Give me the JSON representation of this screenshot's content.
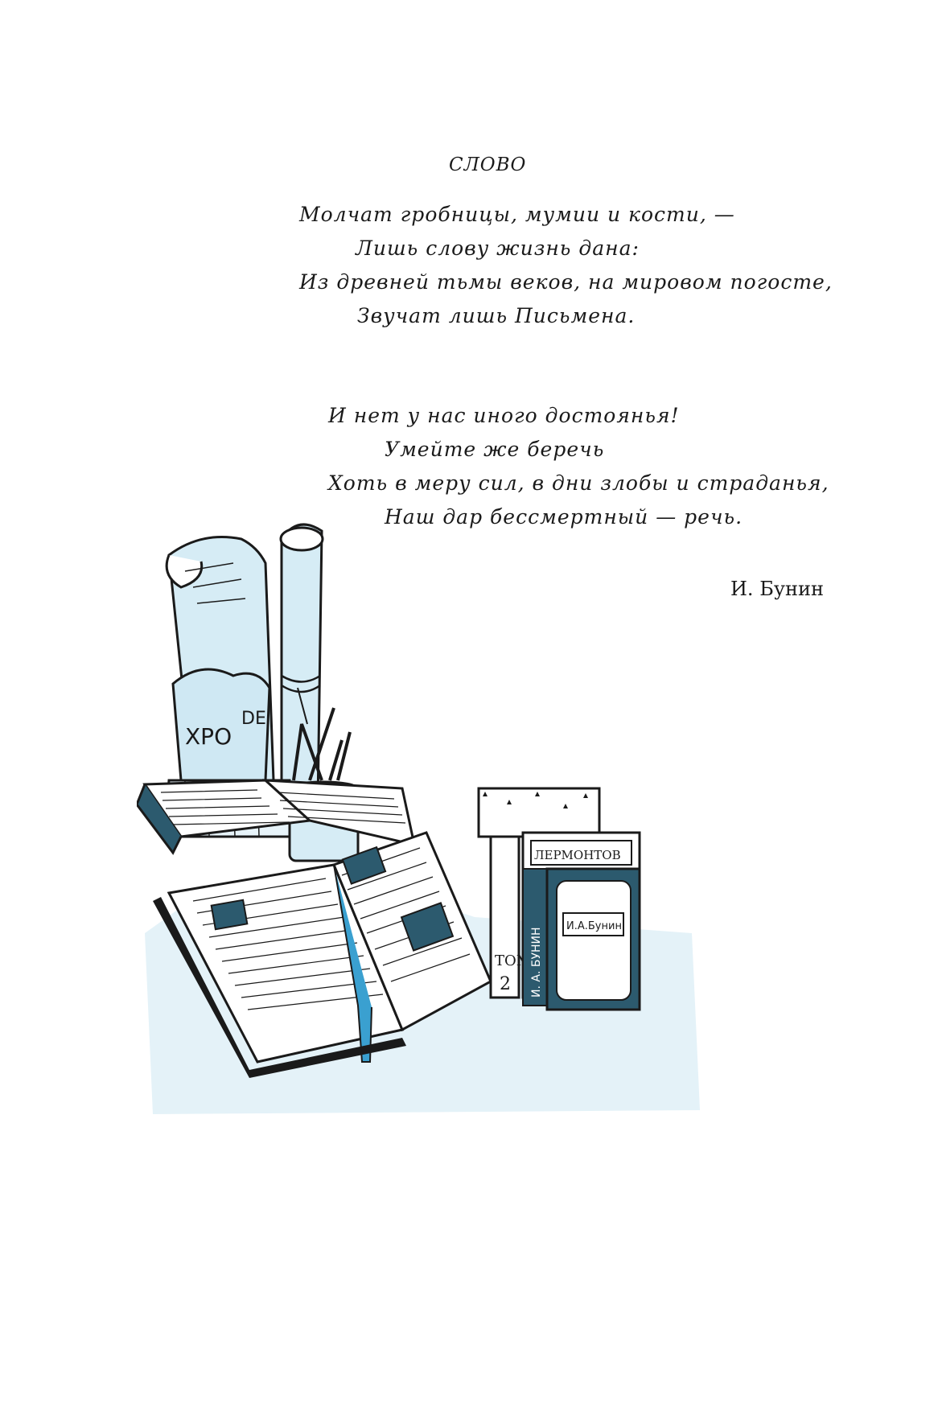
{
  "poem": {
    "title": "СЛОВО",
    "stanza1": [
      "Молчат гробницы, мумии и кости, —",
      "Лишь слову жизнь дана:",
      "Из древней тьмы веков, на мировом погосте,",
      "Звучат лишь Письмена."
    ],
    "stanza2": [
      "И нет у нас иного достоянья!",
      "Умейте же беречь",
      "Хоть в меру сил, в дни злобы и страданья,",
      "Наш дар бессмертный — речь."
    ],
    "author": "И. Бунин"
  },
  "illustration": {
    "book_lermontov": "ЛЕРМОНТОВ",
    "book_bunin_cover": "И.А.Бунин",
    "book_bunin_spine": "И. А. БУНИН",
    "volume_label": "ТОМ",
    "volume_number": "2",
    "scroll_text_1": "ХРО",
    "scroll_text_2": "DE",
    "colors": {
      "ink": "#1a1a1a",
      "light_blue": "#d6ecf5",
      "mid_blue": "#9fd0e6",
      "dark_teal": "#2c5a6e",
      "ribbon": "#3aa0d0"
    }
  }
}
